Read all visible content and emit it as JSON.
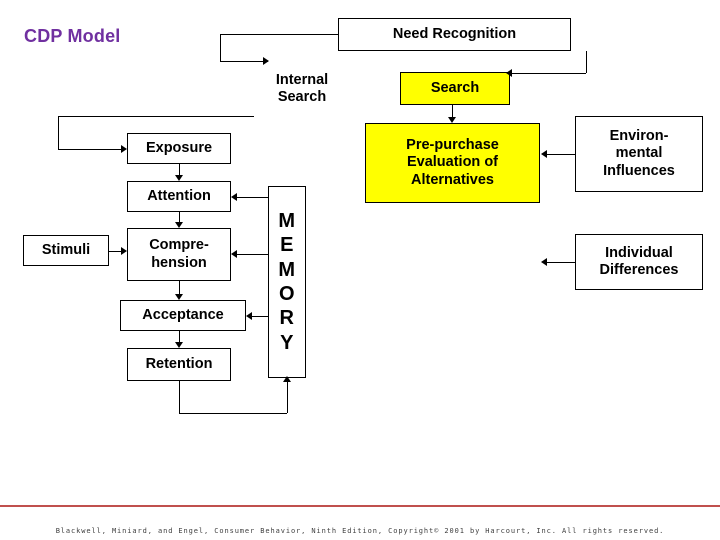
{
  "slide": {
    "title": "CDP Model",
    "title_color": "#7030a0",
    "accent_rule_color": "#c0504d",
    "highlight_color": "#ffff00",
    "footer": "Blackwell, Miniard, and Engel, Consumer Behavior, Ninth Edition, Copyright© 2001 by Harcourt, Inc. All rights reserved."
  },
  "nodes": {
    "need_recognition": "Need Recognition",
    "internal_search": "Internal\nSearch",
    "search": "Search",
    "exposure": "Exposure",
    "attention": "Attention",
    "stimuli": "Stimuli",
    "comprehension": "Compre-\nhension",
    "acceptance": "Acceptance",
    "retention": "Retention",
    "memory_letters": [
      "M",
      "E",
      "M",
      "O",
      "R",
      "Y"
    ],
    "memory_label": "MEMORY",
    "pre_purchase": "Pre-purchase\nEvaluation of\nAlternatives",
    "environmental_influences": "Environ-\nmental\nInfluences",
    "individual_differences": "Individual\nDifferences"
  },
  "node_lines": {
    "internal_search": [
      "Internal",
      "Search"
    ],
    "comprehension": [
      "Compre-",
      "hension"
    ],
    "pre_purchase": [
      "Pre-purchase",
      "Evaluation of",
      "Alternatives"
    ],
    "environmental_influences": [
      "Environ-",
      "mental",
      "Influences"
    ],
    "individual_differences": [
      "Individual",
      "Differences"
    ]
  }
}
